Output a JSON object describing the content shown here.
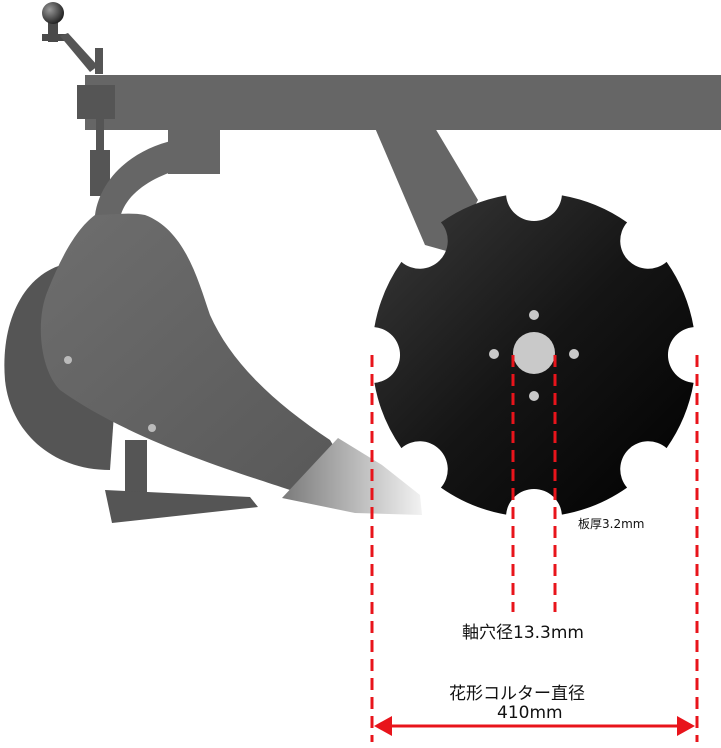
{
  "labels": {
    "thickness": "板厚3.2mm",
    "shaft_hole": "軸穴径13.3mm",
    "collar_diameter_title": "花形コルター直径",
    "collar_diameter_value": "410mm"
  },
  "colors": {
    "frame": "#666666",
    "dark_frame": "#555555",
    "disc": "#000000",
    "dimension_line": "#e8141b",
    "bolt": "#bbbbbb"
  }
}
